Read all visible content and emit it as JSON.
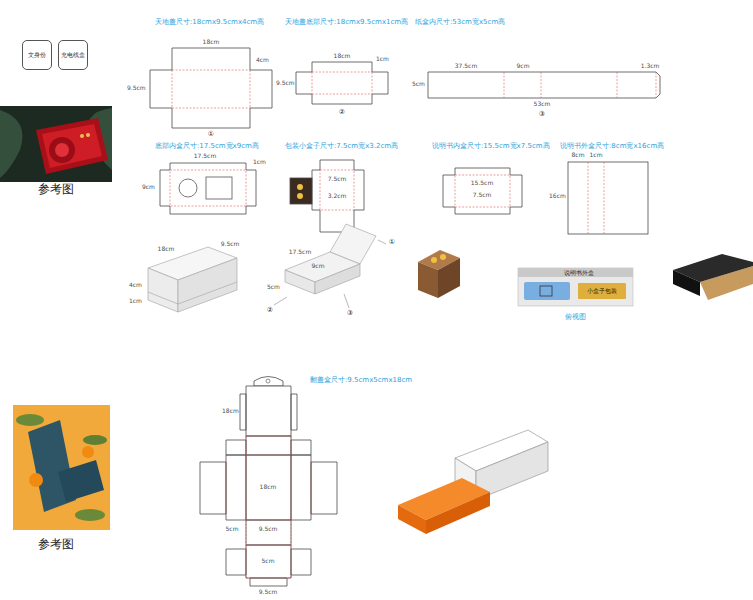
{
  "diagram": {
    "nodes": [
      {
        "text": [
          "文身份"
        ]
      },
      {
        "text": [
          "充电线盒"
        ]
      },
      {
        "text": [
          "说明书外盒"
        ]
      },
      {
        "text": [
          "小盒子包装"
        ],
        "in": 2
      }
    ],
    "labels": [
      "天地盖尺寸:18cmx9.5cmx4cm高",
      "天地盖底部尺寸:18cmx9.5cmx1cm高",
      "纸盒内尺寸:53cm宽x5cm高",
      "18cm",
      "4cm",
      "9.5cm",
      "①",
      "18cm",
      "1cm",
      "9.5cm",
      "②",
      "37.5cm",
      "9cm",
      "1.3cm",
      "5cm",
      "53cm",
      "③",
      "参考图",
      "底部内盒尺寸:17.5cm宽x9cm高",
      "包装小盒子尺寸:7.5cm宽x3.2cm高",
      "说明书内盒尺寸:15.5cm宽x7.5cm高",
      "说明书外盒尺寸:8cm宽x16cm高",
      "17.5cm",
      "1cm",
      "9cm",
      "7.5cm",
      "3.2cm",
      "15.5cm",
      "7.5cm",
      "8cm",
      "1cm",
      "16cm",
      "18cm",
      "9.5cm",
      "4cm",
      "1cm",
      "17.5cm",
      "5cm",
      "9cm",
      "①",
      "②",
      "③",
      "俯视图",
      "参考图",
      "翻盖盒尺寸:9.5cmx5cmx18cm",
      "18cm",
      "18cm",
      "5cm",
      "9.5cm",
      "5cm",
      "9.5cm"
    ]
  }
}
